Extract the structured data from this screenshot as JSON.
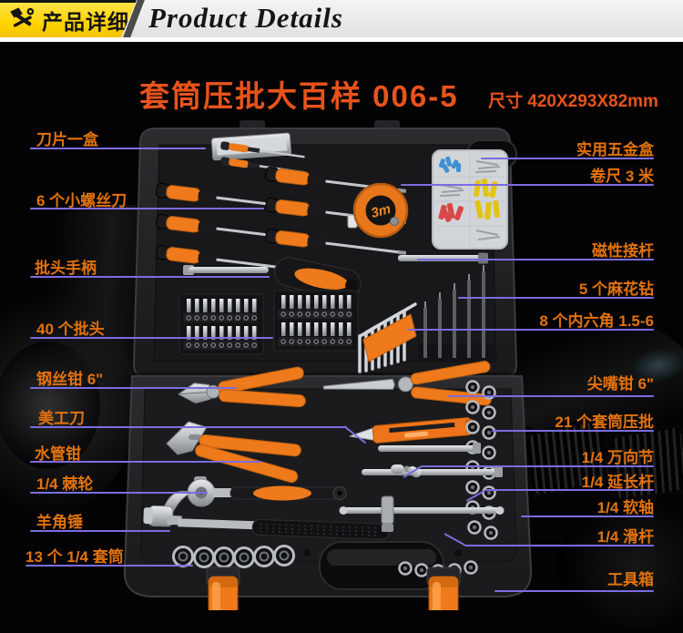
{
  "header": {
    "badge": {
      "icon": "hammer-tools-icon",
      "label": "产品详细",
      "bg_color": "#ffd813"
    },
    "title": "Product Details"
  },
  "product": {
    "title": "套筒压批大百样 006-5",
    "size": "尺寸 420X293X82mm"
  },
  "toolbox": {
    "tape_measure_text": "3m",
    "tools": [
      "blade-box",
      "small-screwdrivers",
      "bit-driver-handle",
      "bit-sets",
      "tape-measure",
      "hardware-box",
      "hex-keys",
      "drill-bits",
      "magnetic-bar",
      "combination-pliers",
      "needle-nose-pliers",
      "water-pump-pliers",
      "utility-knife",
      "ratchet",
      "claw-hammer",
      "sockets",
      "socket-bit-column",
      "extension-bars",
      "universal-joint",
      "slide-bar",
      "latches"
    ]
  },
  "callouts": {
    "left": [
      {
        "label": "刀片一盒"
      },
      {
        "label": "6 个小螺丝刀"
      },
      {
        "label": "批头手柄"
      },
      {
        "label": "40 个批头"
      },
      {
        "label": "钢丝钳 6\""
      },
      {
        "label": "美工刀"
      },
      {
        "label": "水管钳"
      },
      {
        "label": "1/4 棘轮"
      },
      {
        "label": "羊角锤"
      },
      {
        "label": "13 个 1/4 套筒"
      }
    ],
    "right": [
      {
        "label": "实用五金盒"
      },
      {
        "label": "卷尺 3 米"
      },
      {
        "label": "磁性接杆"
      },
      {
        "label": "5 个麻花钻"
      },
      {
        "label": "8 个内六角 1.5-6"
      },
      {
        "label": "尖嘴钳 6\""
      },
      {
        "label": "21 个套筒压批"
      },
      {
        "label": "1/4 万向节"
      },
      {
        "label": "1/4 延长杆"
      },
      {
        "label": "1/4 软轴"
      },
      {
        "label": "1/4 滑杆"
      },
      {
        "label": "工具箱"
      }
    ]
  },
  "colors": {
    "accent_orange": "#e2720e",
    "title_orange": "#e8531c",
    "callout_line_purple": "#7b6de0",
    "badge_yellow": "#ffd813",
    "tool_orange": "#ee7a1c"
  }
}
